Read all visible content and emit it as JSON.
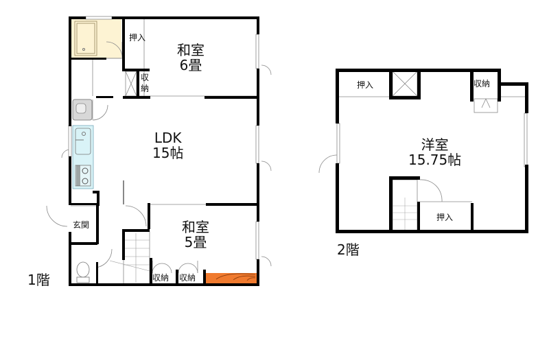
{
  "floor1": {
    "label": "1階",
    "rooms": {
      "washitsu6": {
        "name": "和室",
        "size": "6畳"
      },
      "ldk": {
        "name": "LDK",
        "size": "15帖"
      },
      "washitsu5": {
        "name": "和室",
        "size": "5畳"
      },
      "oshiire": "押入",
      "shuno_small": "収納",
      "genkan": "玄関",
      "shuno_a": "収納",
      "shuno_b": "収納"
    },
    "colors": {
      "bath": "#fdf3d3",
      "kitchen": "#d9f3f7",
      "tokonoma": "#f07a2e",
      "wall": "#000000"
    }
  },
  "floor2": {
    "label": "2階",
    "rooms": {
      "yoshitsu": {
        "name": "洋室",
        "size": "15.75帖"
      },
      "oshiire_top": "押入",
      "shuno": "収納",
      "oshiire_bottom": "押入"
    }
  }
}
